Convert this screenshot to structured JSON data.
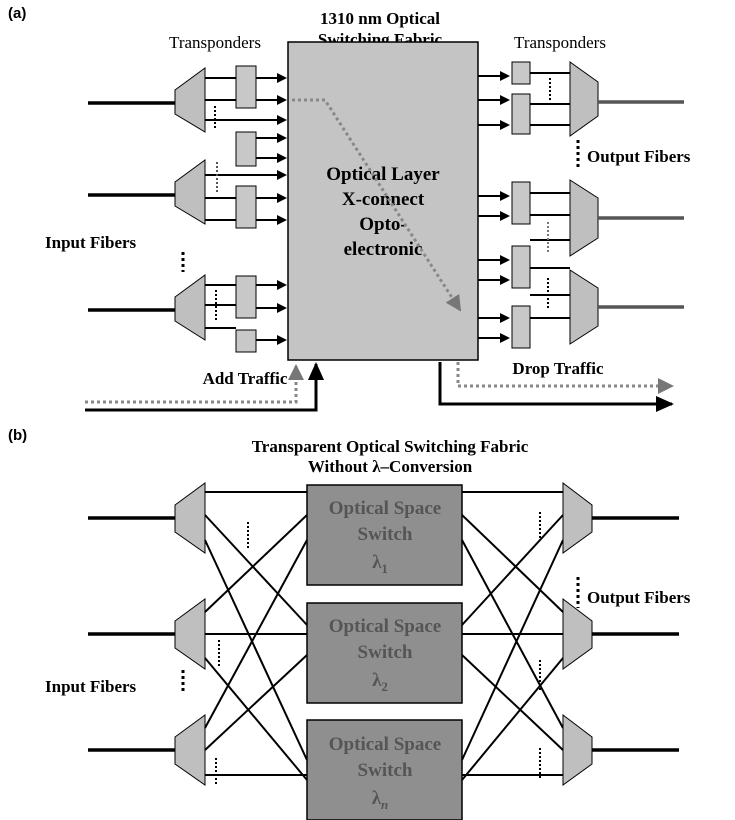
{
  "panel_a": {
    "tag": "(a)",
    "fabric_title_line1": "1310 nm Optical",
    "fabric_title_line2": "Switching Fabric",
    "transponders_left": "Transponders",
    "transponders_right": "Transponders",
    "core_line1": "Optical Layer",
    "core_line2": "X-connect",
    "core_line3": "Opto-",
    "core_line4": "electronic",
    "input_fibers": "Input Fibers",
    "output_fibers": "Output Fibers",
    "add_traffic": "Add Traffic",
    "drop_traffic": "Drop Traffic"
  },
  "panel_b": {
    "tag": "(b)",
    "title_line1": "Transparent Optical Switching Fabric",
    "title_line2": "Without λ–Conversion",
    "switch_line1": "Optical Space",
    "switch_line2": "Switch",
    "lambdas": [
      "λ",
      "λ",
      "λ"
    ],
    "lambda_subscripts": [
      "1",
      "2",
      "n"
    ],
    "input_fibers": "Input Fibers",
    "output_fibers": "Output Fibers"
  },
  "colors": {
    "shape_fill": "#bfbfbf",
    "switch_fill": "#8f8f8f",
    "core_fill": "#c4c4c4",
    "dashed_path": "#888888"
  }
}
